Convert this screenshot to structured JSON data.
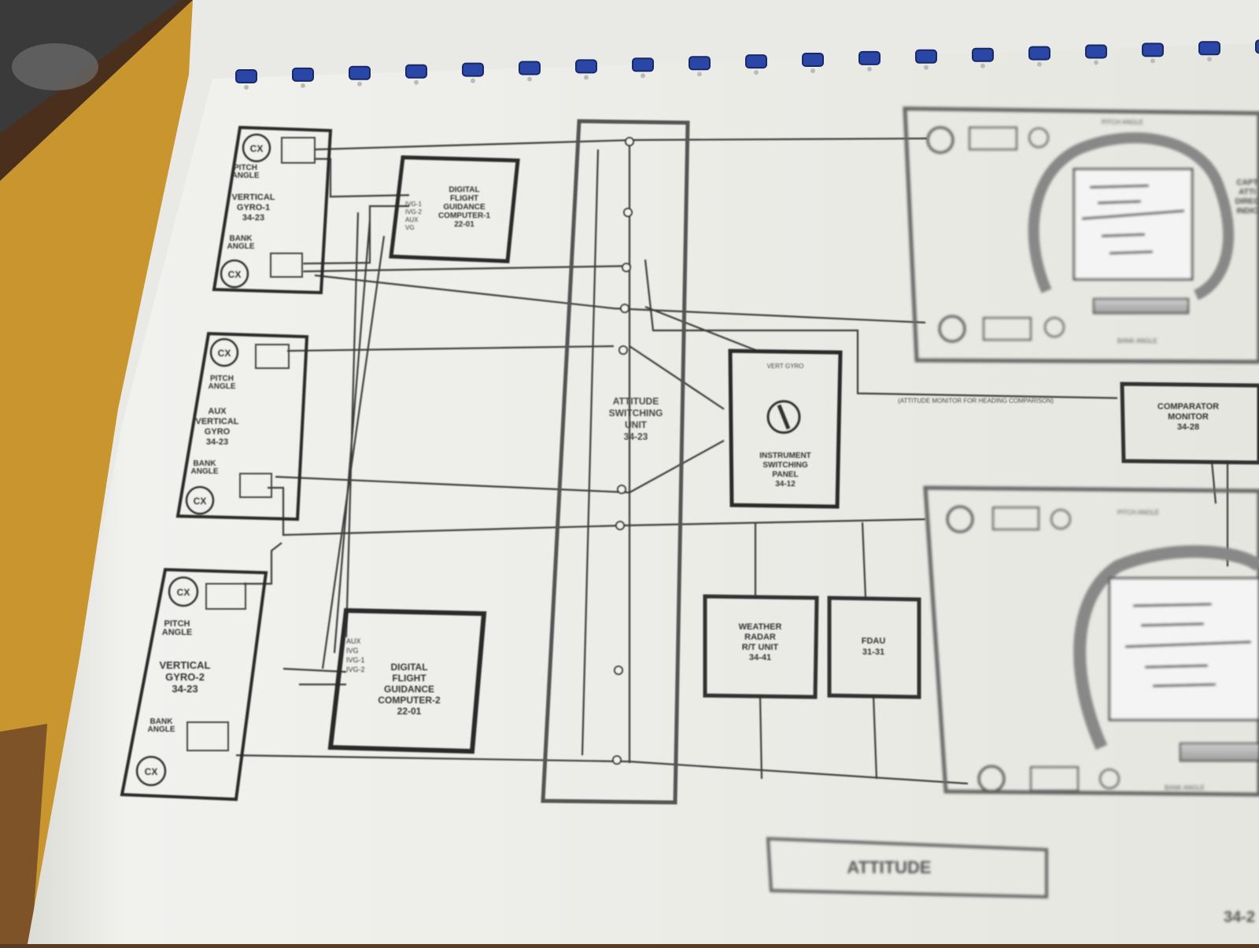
{
  "colors": {
    "desk": "#5a3a22",
    "mat": "#c9952f",
    "page": "#f1f1ee",
    "line": "#3c3c3c",
    "binding": "#2a47a8"
  },
  "vg1": {
    "cx": "CX",
    "pitch": "PITCH\nANGLE",
    "name": "VERTICAL\nGYRO-1\n34-23",
    "bank": "BANK\nANGLE",
    "cx2": "CX"
  },
  "aux": {
    "cx": "CX",
    "pitch": "PITCH\nANGLE",
    "name": "AUX\nVERTICAL\nGYRO\n34-23",
    "bank": "BANK\nANGLE",
    "cx2": "CX"
  },
  "vg2": {
    "cx": "CX",
    "pitch": "PITCH\nANGLE",
    "name": "VERTICAL\nGYRO-2\n34-23",
    "bank": "BANK\nANGLE",
    "cx2": "CX"
  },
  "dfgc1": {
    "title": "DIGITAL\nFLIGHT\nGUIDANCE\nCOMPUTER-1\n22-01",
    "pins": [
      "IVG-1",
      "IVG-2",
      "AUX\nVG"
    ]
  },
  "dfgc2": {
    "title": "DIGITAL\nFLIGHT\nGUIDANCE\nCOMPUTER-2\n22-01",
    "pins": [
      "AUX\nIVG",
      "IVG-1",
      "IVG-2"
    ]
  },
  "asu": {
    "title": "ATTITUDE\nSWITCHING\nUNIT\n34-23"
  },
  "isp": {
    "title": "VERT GYRO",
    "body": "INSTRUMENT\nSWITCHING\nPANEL\n34-12"
  },
  "comparator": {
    "title": "COMPARATOR\nMONITOR\n34-28"
  },
  "comparator_note": "(ATTITUDE MONITOR FOR HEADING COMPARISON)",
  "radar": {
    "title": "WEATHER\nRADAR\nR/T UNIT\n34-41"
  },
  "fdau": {
    "title": "FDAU\n31-31"
  },
  "adi1": {
    "note": "PITCH ANGLE",
    "note2": "BANK ANGLE",
    "side": "CAPT\nATTI\nDIREC\nINDIC"
  },
  "adi2": {
    "note": "PITCH ANGLE",
    "note2": "BANK ANGLE"
  },
  "caption": "ATTITUDE",
  "page_number": "34-2"
}
